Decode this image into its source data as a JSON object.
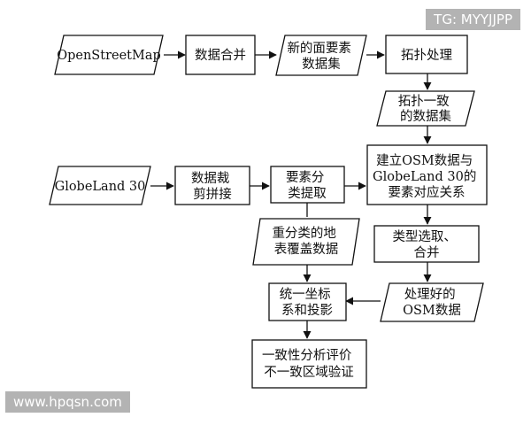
{
  "nodes": {
    "osm": [
      "OpenStreetMap"
    ],
    "merge": [
      "数据合并"
    ],
    "new_features": [
      "新的面要素",
      "数据集"
    ],
    "topology": [
      "拓扑处理"
    ],
    "topo_consistent": [
      "拓扑一致",
      "的数据集"
    ],
    "globeland": [
      "GlobeLand 30"
    ],
    "clip": [
      "数据裁",
      "剪拼接"
    ],
    "classify": [
      "要素分",
      "类提取"
    ],
    "correspondence": [
      "建立OSM数据与",
      "GlobeLand 30的",
      "要素对应关系"
    ],
    "reclassified": [
      "重分类的地",
      "表覆盖数据"
    ],
    "select_merge": [
      "类型选取、",
      "合并"
    ],
    "unify_coords": [
      "统一坐标",
      "系和投影"
    ],
    "processed_osm": [
      "处理好的",
      "OSM数据"
    ],
    "evaluation": [
      "一致性分析评价",
      "不一致区域验证"
    ]
  },
  "watermarks": {
    "top": "TG: MYYJJPP",
    "bottom": "www.hpqsn.com"
  },
  "colors": {
    "stroke": "#111111",
    "watermark_bg": "#969696"
  }
}
